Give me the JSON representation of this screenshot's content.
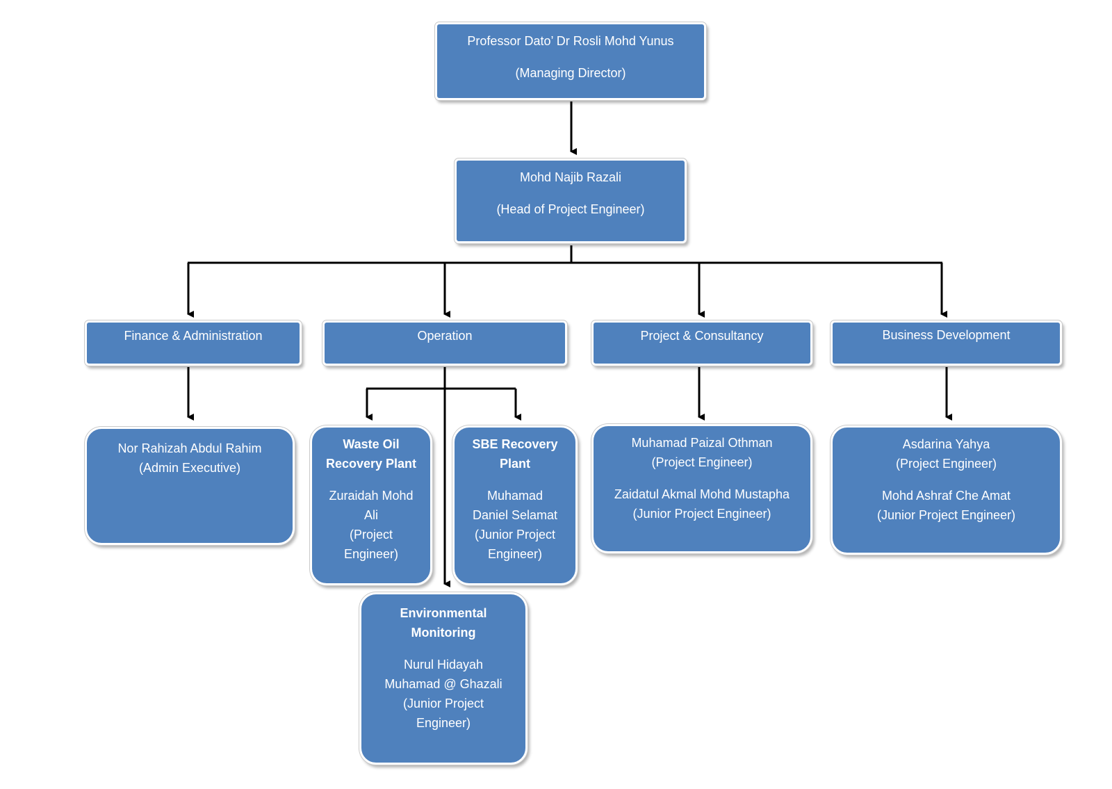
{
  "managing_director": {
    "name": "Professor Dato’ Dr Rosli Mohd Yunus",
    "role": "(Managing Director)"
  },
  "head": {
    "name": "Mohd Najib Razali",
    "role": "(Head of Project Engineer)"
  },
  "departments": {
    "finance": "Finance & Administration",
    "operation": "Operation",
    "project": "Project & Consultancy",
    "business": "Business Development"
  },
  "finance_staff": {
    "line1": "Nor Rahizah Abdul Rahim",
    "line2": "(Admin Executive)"
  },
  "waste_oil": {
    "title1": "Waste Oil",
    "title2": "Recovery Plant",
    "line1": "Zuraidah Mohd",
    "line2": "Ali",
    "line3": "(Project",
    "line4": "Engineer)"
  },
  "sbe": {
    "title1": "SBE Recovery",
    "title2": "Plant",
    "line1": "Muhamad",
    "line2": "Daniel Selamat",
    "line3": "(Junior Project",
    "line4": "Engineer)"
  },
  "environmental": {
    "title1": "Environmental",
    "title2": "Monitoring",
    "line1": "Nurul Hidayah",
    "line2": "Muhamad @ Ghazali",
    "line3": "(Junior Project",
    "line4": "Engineer)"
  },
  "project_staff": {
    "line1": "Muhamad Paizal Othman",
    "line2": "(Project Engineer)",
    "line3": "Zaidatul Akmal Mohd Mustapha",
    "line4": "(Junior Project Engineer)"
  },
  "business_staff": {
    "line1": "Asdarina Yahya",
    "line2": "(Project Engineer)",
    "line3": "Mohd Ashraf Che Amat",
    "line4": "(Junior Project Engineer)"
  },
  "colors": {
    "box_fill": "#4f81bd",
    "text": "#ffffff",
    "connector": "#000000"
  }
}
